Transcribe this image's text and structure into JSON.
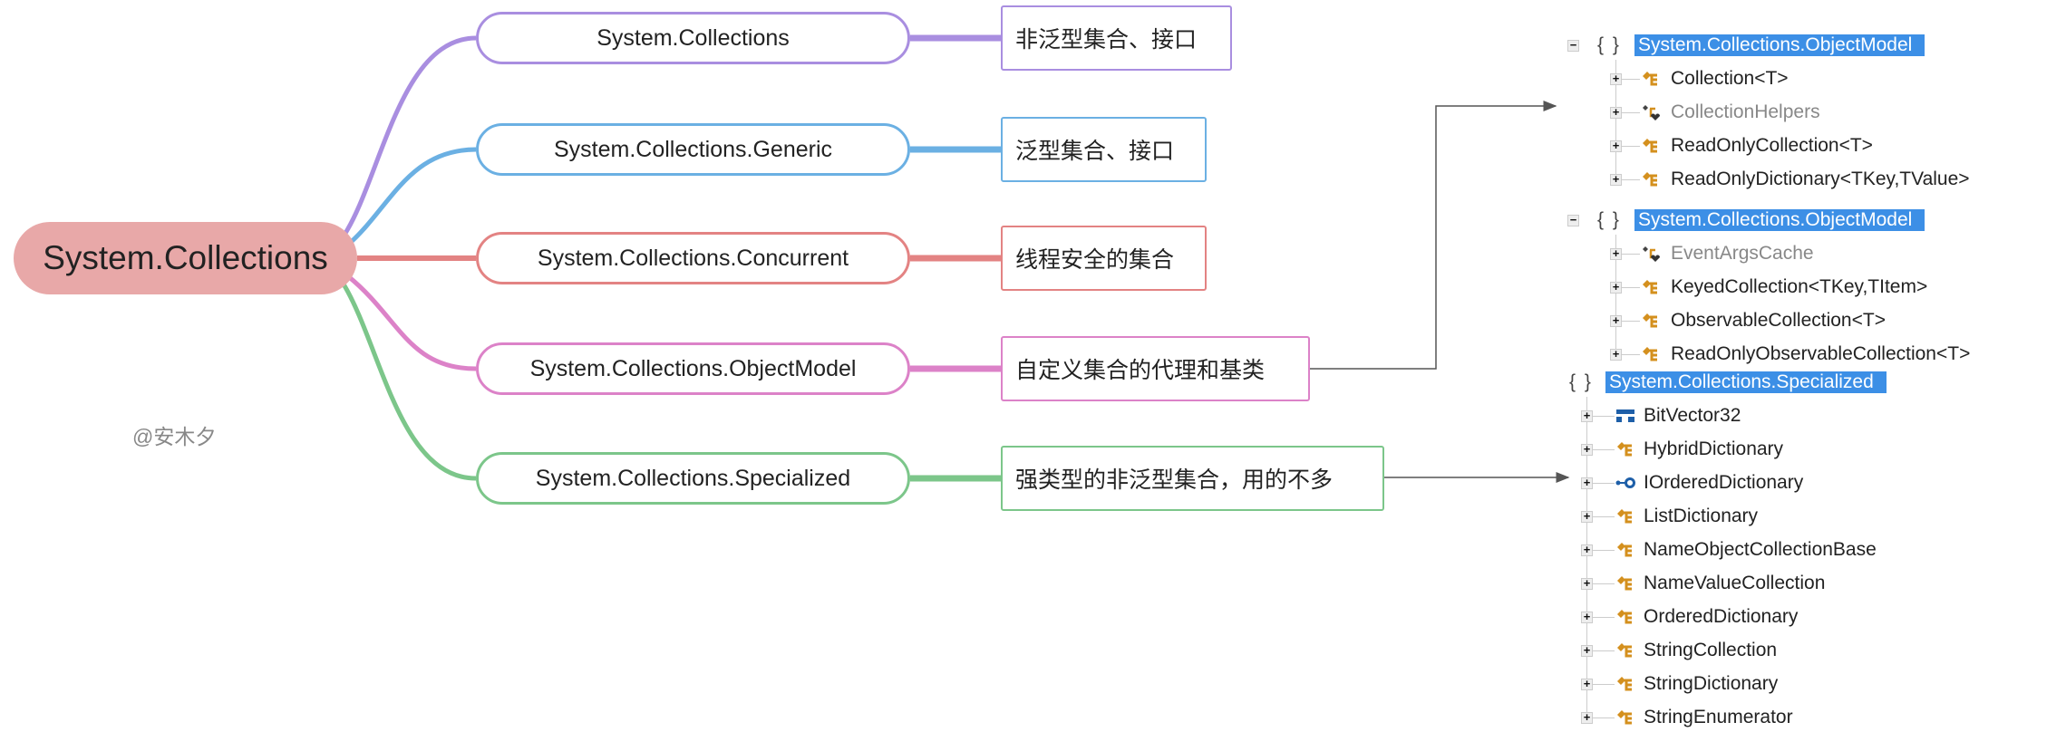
{
  "root": {
    "label": "System.Collections",
    "color": "#e8a8a8"
  },
  "branches": [
    {
      "label": "System.Collections",
      "note": "非泛型集合、接口",
      "color": "#a98ee0"
    },
    {
      "label": "System.Collections.Generic",
      "note": "泛型集合、接口",
      "color": "#6bb0e3"
    },
    {
      "label": "System.Collections.Concurrent",
      "note": "线程安全的集合",
      "color": "#e38383"
    },
    {
      "label": "System.Collections.ObjectModel",
      "note": "自定义集合的代理和基类",
      "color": "#dc82c8"
    },
    {
      "label": "System.Collections.Specialized",
      "note": "强类型的非泛型集合，用的不多",
      "color": "#7cc68a"
    }
  ],
  "watermark": "@安木夕",
  "trees": [
    {
      "namespace": "System.Collections.ObjectModel",
      "brace": "{ }",
      "items": [
        {
          "name": "Collection<T>",
          "icon": "class-icon",
          "internal": false
        },
        {
          "name": "CollectionHelpers",
          "icon": "internal-class-icon",
          "internal": true
        },
        {
          "name": "ReadOnlyCollection<T>",
          "icon": "class-icon",
          "internal": false
        },
        {
          "name": "ReadOnlyDictionary<TKey,TValue>",
          "icon": "class-icon",
          "internal": false
        }
      ]
    },
    {
      "namespace": "System.Collections.ObjectModel",
      "brace": "{ }",
      "items": [
        {
          "name": "EventArgsCache",
          "icon": "internal-class-icon",
          "internal": true
        },
        {
          "name": "KeyedCollection<TKey,TItem>",
          "icon": "class-icon",
          "internal": false
        },
        {
          "name": "ObservableCollection<T>",
          "icon": "class-icon",
          "internal": false
        },
        {
          "name": "ReadOnlyObservableCollection<T>",
          "icon": "class-icon",
          "internal": false
        }
      ]
    },
    {
      "namespace": "System.Collections.Specialized",
      "brace": "{ }",
      "items": [
        {
          "name": "BitVector32",
          "icon": "struct-icon",
          "internal": false
        },
        {
          "name": "HybridDictionary",
          "icon": "class-icon",
          "internal": false
        },
        {
          "name": "IOrderedDictionary",
          "icon": "interface-icon",
          "internal": false
        },
        {
          "name": "ListDictionary",
          "icon": "class-icon",
          "internal": false
        },
        {
          "name": "NameObjectCollectionBase",
          "icon": "class-icon",
          "internal": false
        },
        {
          "name": "NameValueCollection",
          "icon": "class-icon",
          "internal": false
        },
        {
          "name": "OrderedDictionary",
          "icon": "class-icon",
          "internal": false
        },
        {
          "name": "StringCollection",
          "icon": "class-icon",
          "internal": false
        },
        {
          "name": "StringDictionary",
          "icon": "class-icon",
          "internal": false
        },
        {
          "name": "StringEnumerator",
          "icon": "class-icon",
          "internal": false
        }
      ]
    }
  ]
}
